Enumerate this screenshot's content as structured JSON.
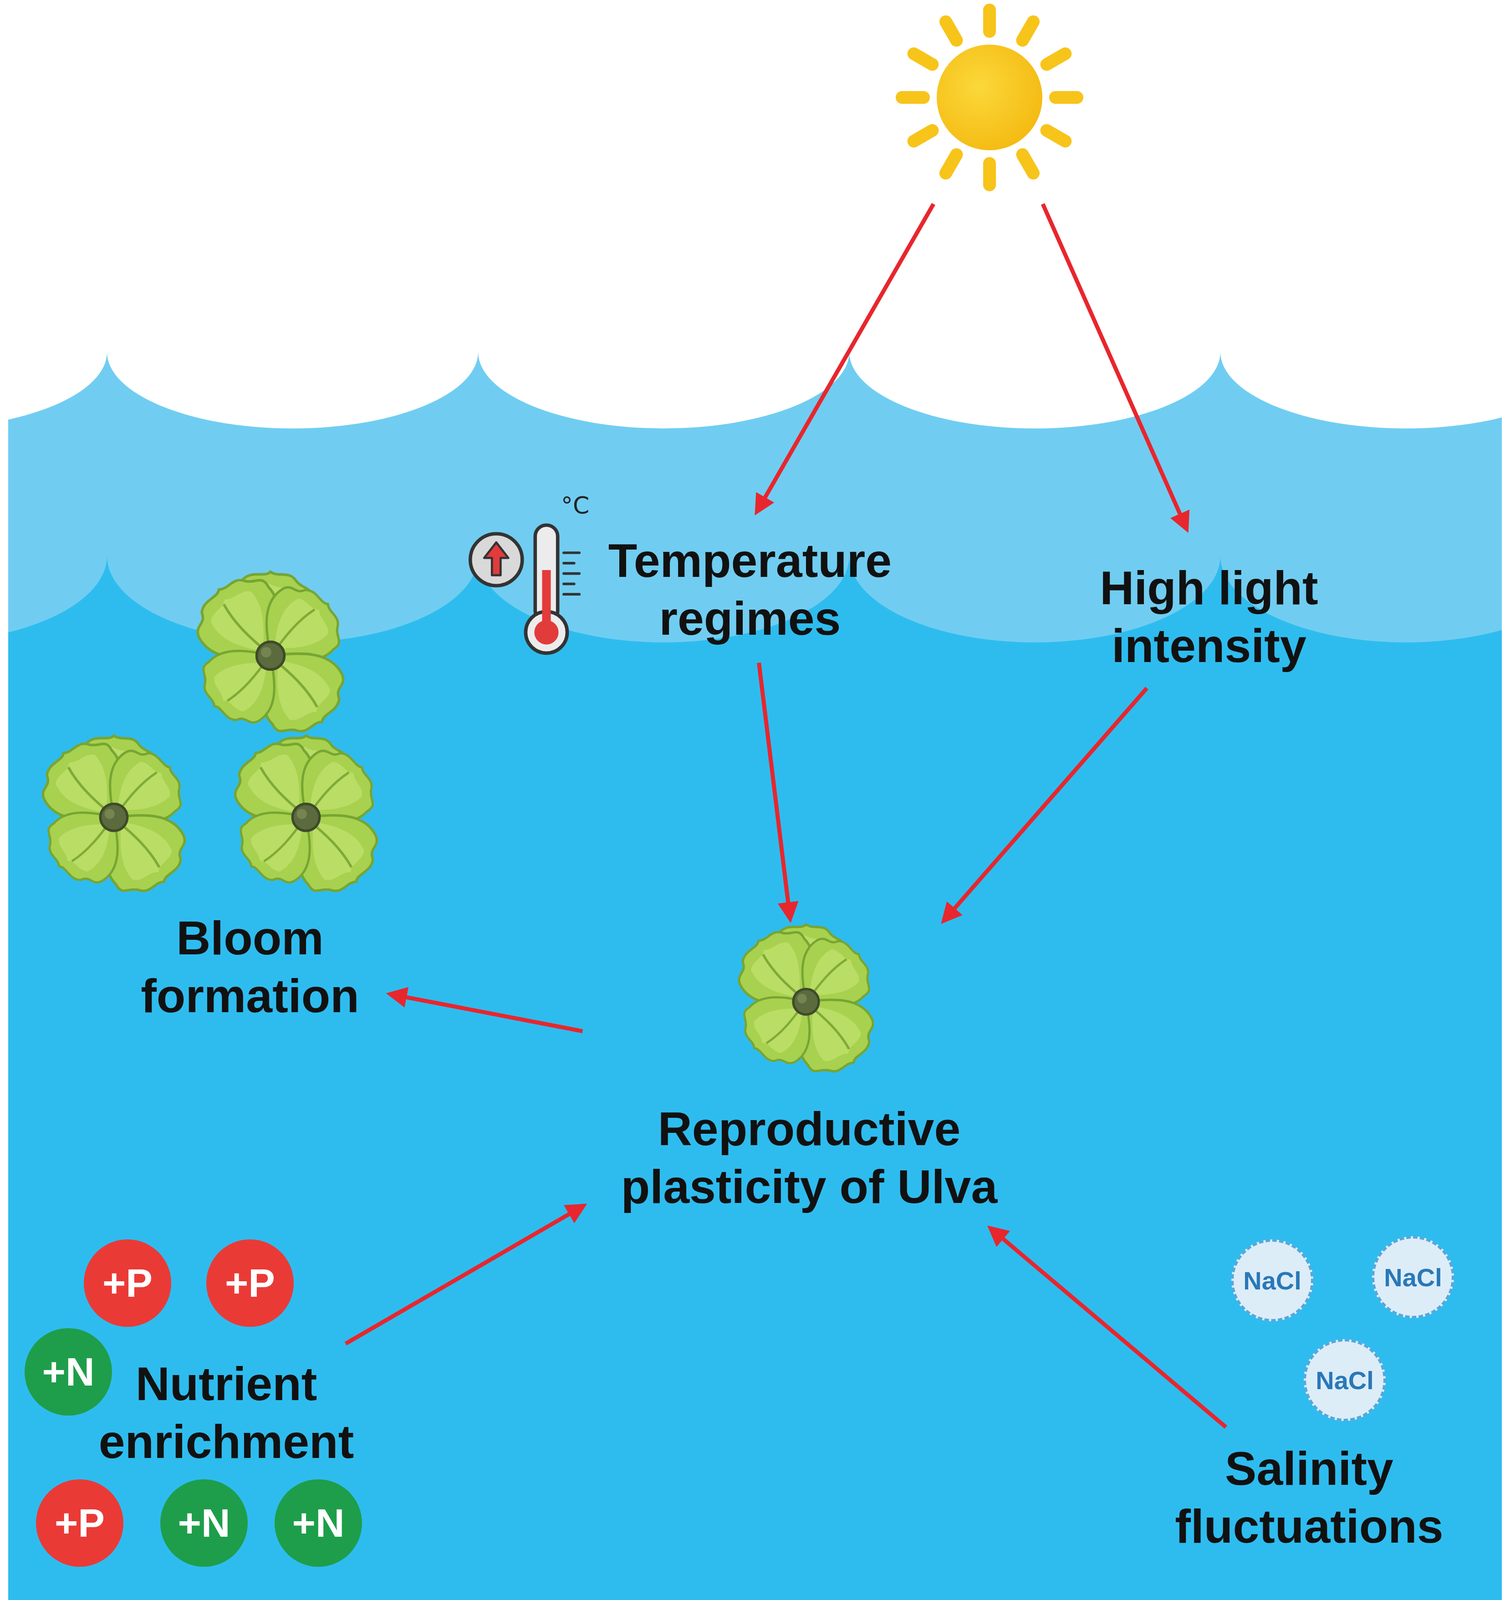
{
  "diagram": {
    "nodes": [
      {
        "text": [
          "Temperature regimes"
        ]
      },
      {
        "text": [
          "High light intensity"
        ]
      },
      {
        "text": [
          "Reproductive plasticity of Ulva"
        ]
      },
      {
        "text": [
          "Bloom formation"
        ]
      },
      {
        "text": [
          "Nutrient enrichment"
        ]
      },
      {
        "text": [
          "Salinity fluctuations"
        ]
      },
      {
        "text": [
          "+P"
        ]
      },
      {
        "text": [
          "+P"
        ]
      },
      {
        "text": [
          "+N"
        ]
      },
      {
        "text": [
          "+P"
        ]
      },
      {
        "text": [
          "+N"
        ]
      },
      {
        "text": [
          "+N"
        ]
      },
      {
        "text": [
          "NaCl"
        ]
      },
      {
        "text": [
          "NaCl"
        ]
      },
      {
        "text": [
          "NaCl"
        ]
      }
    ],
    "edges": [
      {
        "from": 0,
        "to": 2,
        "arrow": "to"
      },
      {
        "from": 1,
        "to": 2,
        "arrow": "to"
      },
      {
        "from": 2,
        "to": 3,
        "arrow": "to"
      },
      {
        "from": 4,
        "to": 2,
        "arrow": "to"
      },
      {
        "from": 5,
        "to": 2,
        "arrow": "to"
      }
    ],
    "labels": [
      "°C"
    ]
  }
}
